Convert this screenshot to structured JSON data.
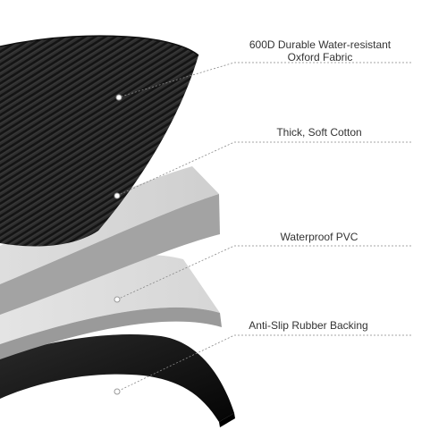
{
  "layers": [
    {
      "id": "oxford",
      "label_lines": [
        "600D Durable Water-resistant",
        "Oxford Fabric"
      ],
      "color": "#2a2a2a"
    },
    {
      "id": "cotton",
      "label_lines": [
        "Thick, Soft  Cotton"
      ],
      "color": "#d8d8d8"
    },
    {
      "id": "pvc",
      "label_lines": [
        "Waterproof  PVC"
      ],
      "color": "#dcdcdc"
    },
    {
      "id": "rubber",
      "label_lines": [
        "Anti-Slip Rubber Backing"
      ],
      "color": "#111111"
    }
  ],
  "colors": {
    "leader_line": "#888888",
    "label_text": "#333333",
    "layer_edge": "#8f8f8f",
    "background": "#ffffff"
  }
}
